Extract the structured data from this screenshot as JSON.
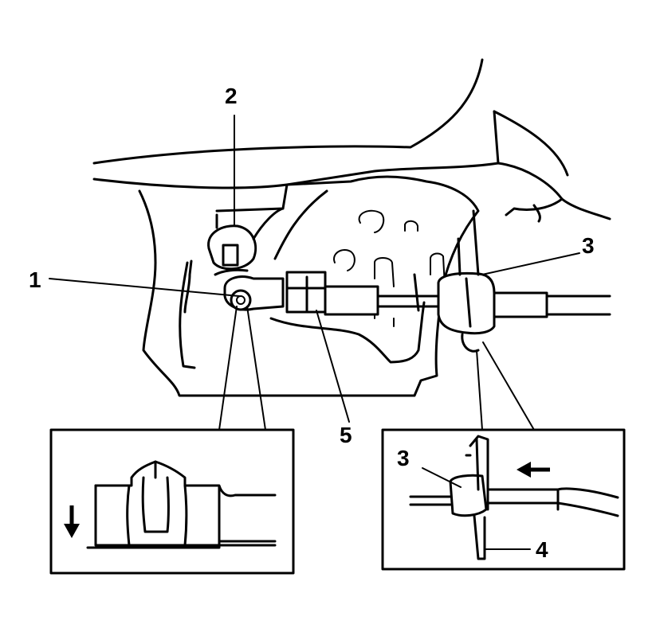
{
  "callouts": {
    "c1": "1",
    "c2": "2",
    "c3_main": "3",
    "c5": "5",
    "c3_detail": "3",
    "c4": "4"
  }
}
